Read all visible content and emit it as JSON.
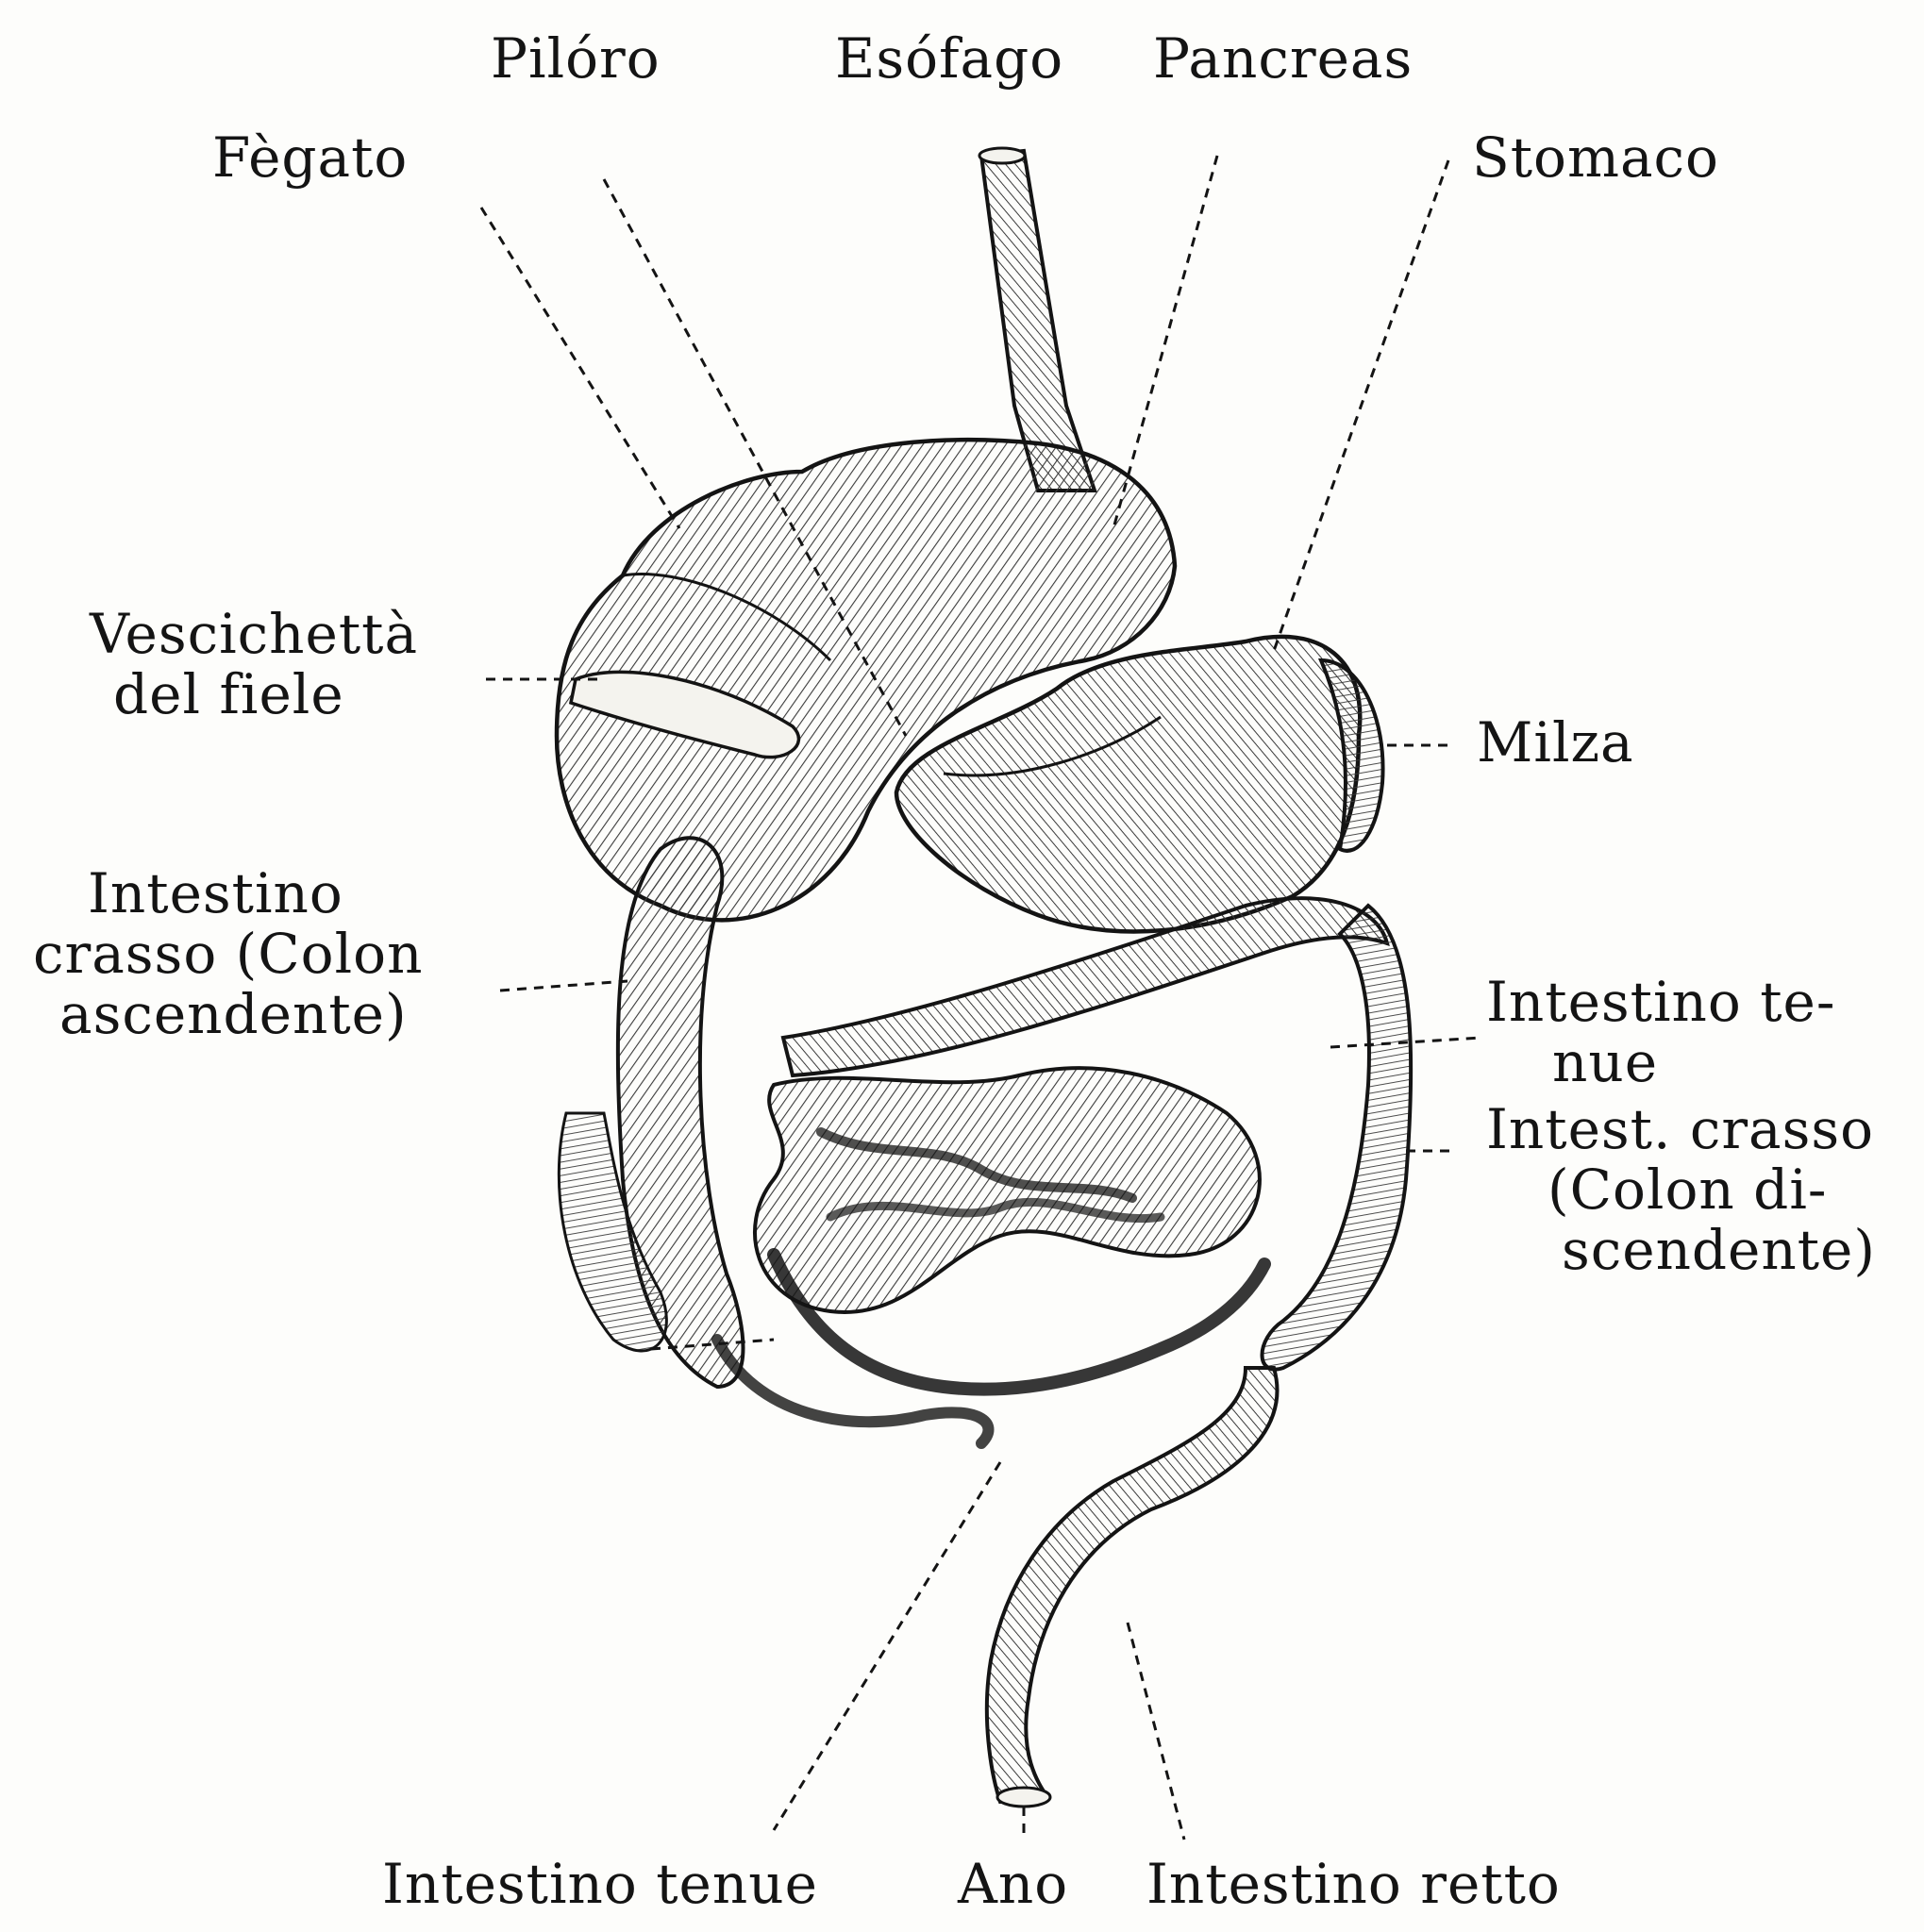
{
  "labels": {
    "piloro": "Pilóro",
    "esofago": "Esófago",
    "pancreas": "Pancreas",
    "fegato": "Fègato",
    "stomaco": "Stomaco",
    "vescichetta_1": "Vescichettà",
    "vescichetta_2": "del fiele",
    "milza": "Milza",
    "colon_asc_1": "Intestino",
    "colon_asc_2": "crasso (Colon",
    "colon_asc_3": "ascendente)",
    "tenue_right_1": "Intestino te-",
    "tenue_right_2": "nue",
    "colon_disc_1": "Intest. crasso",
    "colon_disc_2": "(Colon di-",
    "colon_disc_3": "scendente)",
    "tenue_bottom": "Intestino tenue",
    "ano": "Ano",
    "retto": "Intestino retto"
  },
  "colors": {
    "ink": "#141414",
    "paper": "#fdfdfb",
    "organ_fill": "#f4f3ee",
    "hatch": "#3a3a3a"
  }
}
